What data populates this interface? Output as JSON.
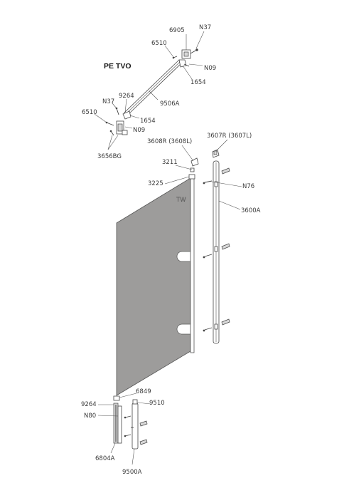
{
  "title": "PE TVO",
  "labels": {
    "p6905": "6905",
    "pN37_top": "N37",
    "p6510_top": "6510",
    "pN09_top": "N09",
    "p1654_top": "1654",
    "p9506A": "9506A",
    "pN37_left": "N37",
    "p9264_top": "9264",
    "p6510_left": "6510",
    "p1654_left": "1654",
    "pN09_left": "N09",
    "p3656BG": "3656BG",
    "p3607": "3607R (3607L)",
    "p3608": "3608R (3608L)",
    "p3211": "3211",
    "p3225": "3225",
    "pN76": "N76",
    "pTW": "TW",
    "p3600A": "3600A",
    "p6849": "6849",
    "p9264_bottom": "9264",
    "p9510": "9510",
    "pN80": "N80",
    "p6804A": "6804A",
    "p9500A": "9500A"
  },
  "colors": {
    "glass": "#9d9c9b",
    "line": "#444444",
    "label": "#3a3a3a"
  }
}
